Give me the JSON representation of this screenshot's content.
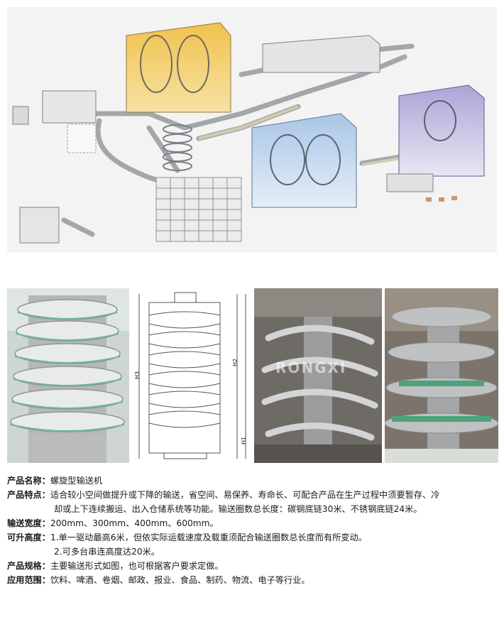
{
  "colors": {
    "yellow_box": "#f2c75c",
    "blue_box": "#bcd3ea",
    "violet_box": "#c2bee0",
    "steel": "#a9adb2",
    "drawing_bg": "#ffffff"
  },
  "diagram": {
    "labels": {
      "h3": "H3",
      "h2": "H2",
      "h1": "H1"
    }
  },
  "watermark": "RONGXI",
  "specs": {
    "name": {
      "label": "产品名称：",
      "value": "螺旋型输送机"
    },
    "features": {
      "label": "产品特点：",
      "line1": "适合较小空间做提升或下降的输送，省空间、易保养、寿命长、可配合产品在生产过程中须要暂存、冷",
      "line2": "却或上下连续搬运、出入仓储系统等功能。输送圈数总长度：碳钢底链30米、不锈钢底链24米。"
    },
    "width": {
      "label": "输送宽度：",
      "value": "200mm、300mm、400mm、600mm。"
    },
    "height": {
      "label": "可升高度：",
      "line1": "1.单一驱动最高6米，但依实际运载速度及载重须配合输送圈数总长度而有所变动。",
      "line2": "2.可多台串连高度达20米。"
    },
    "spec": {
      "label": "产品规格：",
      "value": "主要输送形式如图，也可根据客户要求定做。"
    },
    "usage": {
      "label": "应用范围：",
      "value": "饮料、啤酒、卷烟、邮政、报业、食品、制药、物流、电子等行业。"
    }
  }
}
